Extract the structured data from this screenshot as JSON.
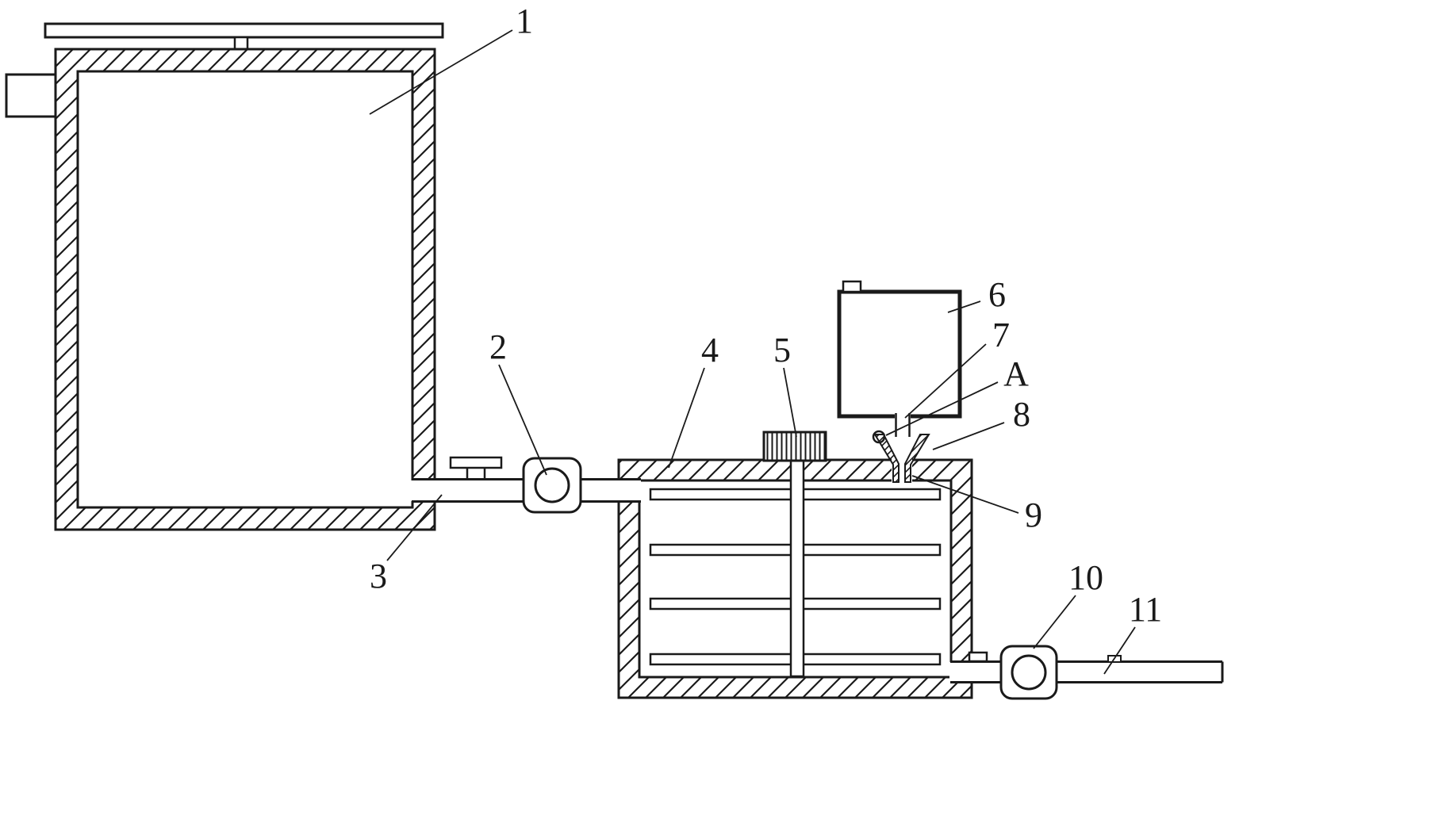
{
  "style": {
    "ink": "#1a1a1a",
    "paper": "#ffffff"
  },
  "labels": [
    {
      "id": "1",
      "text": "1"
    },
    {
      "id": "2",
      "text": "2"
    },
    {
      "id": "3",
      "text": "3"
    },
    {
      "id": "4",
      "text": "4"
    },
    {
      "id": "5",
      "text": "5"
    },
    {
      "id": "6",
      "text": "6"
    },
    {
      "id": "7",
      "text": "7"
    },
    {
      "id": "A",
      "text": "A"
    },
    {
      "id": "8",
      "text": "8"
    },
    {
      "id": "9",
      "text": "9"
    },
    {
      "id": "10",
      "text": "10"
    },
    {
      "id": "11",
      "text": "11"
    }
  ]
}
